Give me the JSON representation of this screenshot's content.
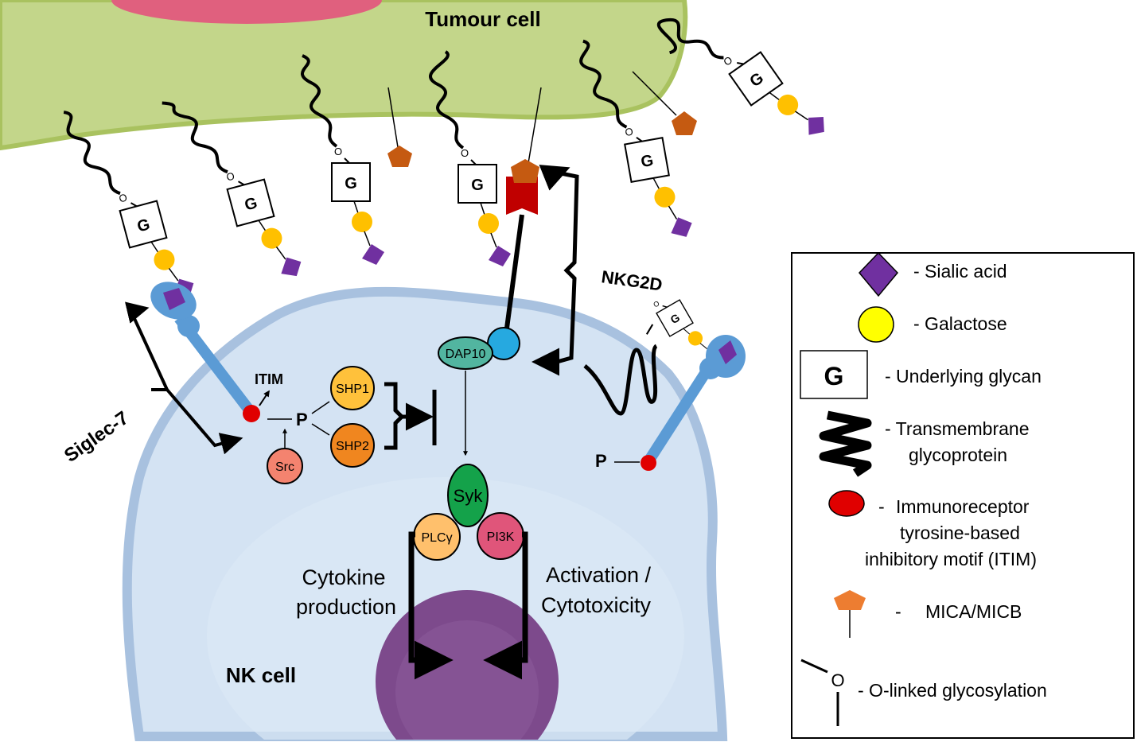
{
  "labels": {
    "tumour_cell": "Tumour cell",
    "nk_cell": "NK cell",
    "siglec7": "Siglec-7",
    "nkg2d": "NKG2D",
    "itim": "ITIM",
    "p": "P",
    "p_right": "P",
    "src": "Src",
    "shp1": "SHP1",
    "shp2": "SHP2",
    "dap10": "DAP10",
    "syk": "Syk",
    "plcg": "PLCγ",
    "pi3k": "PI3K",
    "cytokine_1": "Cytokine",
    "cytokine_2": "production",
    "activation_1": "Activation /",
    "activation_2": "Cytotoxicity",
    "glycan": "G",
    "o": "O"
  },
  "legend": {
    "sialic_acid": "- Sialic acid",
    "galactose": "- Galactose",
    "glycan_symbol": "G",
    "underlying_glycan": "- Underlying glycan",
    "transmembrane_1": "- Transmembrane",
    "transmembrane_2": "glycoprotein",
    "itim_1": "Immunoreceptor",
    "itim_dash": "-",
    "itim_2": "tyrosine-based",
    "itim_3": "inhibitory motif (ITIM)",
    "mica_dash": "-",
    "mica": "MICA/MICB",
    "o_symbol": "O",
    "o_linked": "- O-linked glycosylation"
  },
  "colors": {
    "tumour": "#c3d68a",
    "tumour_edge": "#a9c25f",
    "nk": "#d4e3f3",
    "nk_edge": "#a8c1df",
    "nucleus": "#7d4a8c",
    "sialic": "#7030a0",
    "galactose": "#ffc000",
    "mica": "#c55a11",
    "itim": "#e00000",
    "siglec": "#5b9bd5",
    "shp1": "#ffc13b",
    "shp2": "#f0861f",
    "src": "#f4836f",
    "dap10": "#52b5a0",
    "syk": "#14a24a",
    "plcg": "#ffc06c",
    "pi3k": "#e0557a"
  }
}
